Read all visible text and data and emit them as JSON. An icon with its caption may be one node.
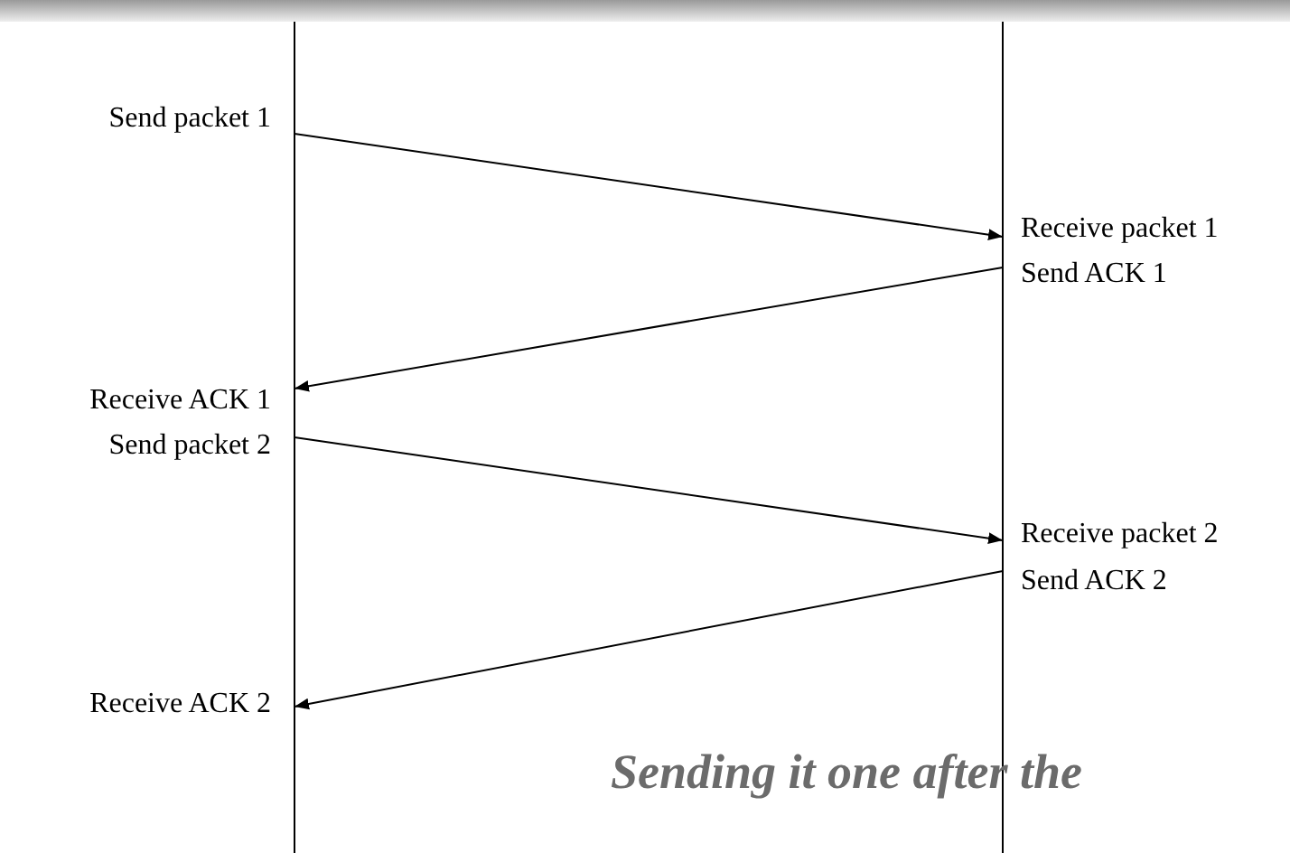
{
  "diagram": {
    "nodes": [
      {
        "text": [
          "Send packet 1"
        ]
      },
      {
        "text": [
          "Receive packet 1"
        ]
      },
      {
        "text": [
          "Send ACK 1"
        ]
      },
      {
        "text": [
          "Receive ACK 1"
        ]
      },
      {
        "text": [
          "Send packet 2"
        ]
      },
      {
        "text": [
          "Receive packet 2"
        ]
      },
      {
        "text": [
          "Send ACK 2"
        ]
      },
      {
        "text": [
          "Receive ACK 2"
        ]
      }
    ],
    "edges": [
      {
        "from": 0,
        "to": 1,
        "arrow": "to"
      },
      {
        "from": 2,
        "to": 3,
        "arrow": "to"
      },
      {
        "from": 4,
        "to": 5,
        "arrow": "to"
      },
      {
        "from": 6,
        "to": 7,
        "arrow": "to"
      }
    ],
    "labels": [
      "Sending it one after the"
    ]
  }
}
